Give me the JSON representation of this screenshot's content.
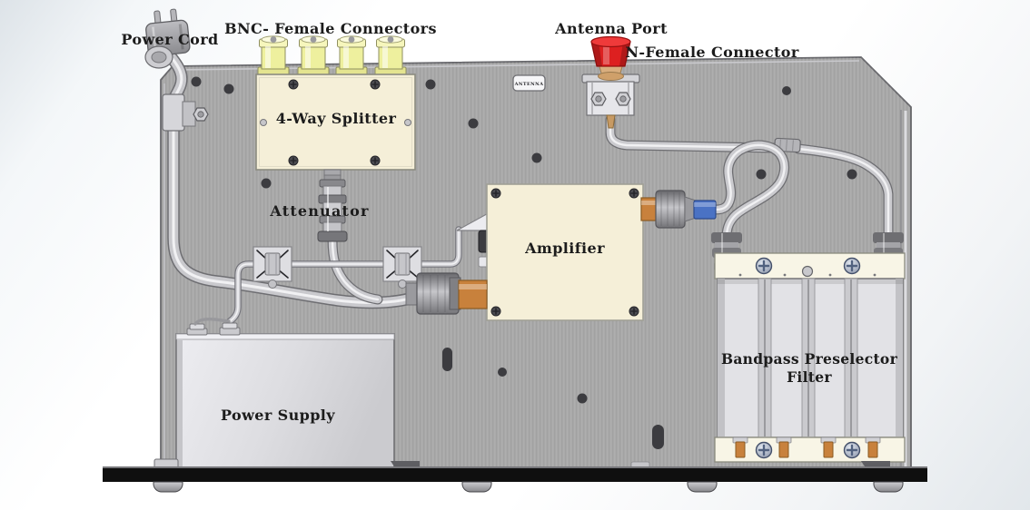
{
  "diagram": {
    "labels": {
      "power_cord": "Power Cord",
      "bnc_female_connectors": "BNC- Female Connectors",
      "four_way_splitter": "4-Way Splitter",
      "attenuator": "Attenuator",
      "antenna_port": "Antenna Port",
      "n_female_connector": "N-Female Connector",
      "amplifier": "Amplifier",
      "power_supply": "Power Supply",
      "bandpass_filter_line1": "Bandpass Preselector",
      "bandpass_filter_line2": "Filter",
      "antenna_nameplate": "ANTENNA"
    },
    "colors": {
      "chassis_gray": "#a9a9a9",
      "component_cream": "#f5efd8",
      "bnc_yellow": "#eef09e",
      "antenna_red": "#dd2020",
      "copper": "#c8813c",
      "blue_adapter": "#4a72c4",
      "label_text": "#1c1c1c",
      "base_bar": "#0f0f0f"
    }
  }
}
